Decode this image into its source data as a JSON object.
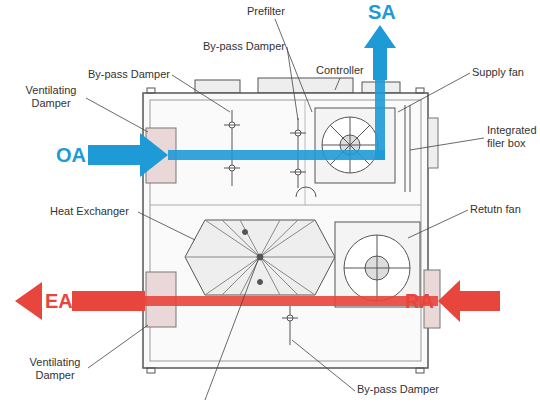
{
  "diagram": {
    "labels": [
      "Prefilter",
      "SA",
      "By-pass Damper",
      "By-pass Damper",
      "Controller",
      "Supply fan",
      "Ventilating Damper",
      "OA",
      "Integrated filer box",
      "Heat Exchanger",
      "Retutn fan",
      "EA",
      "RA",
      "Ventilating Damper",
      "By-pass Damper"
    ]
  }
}
